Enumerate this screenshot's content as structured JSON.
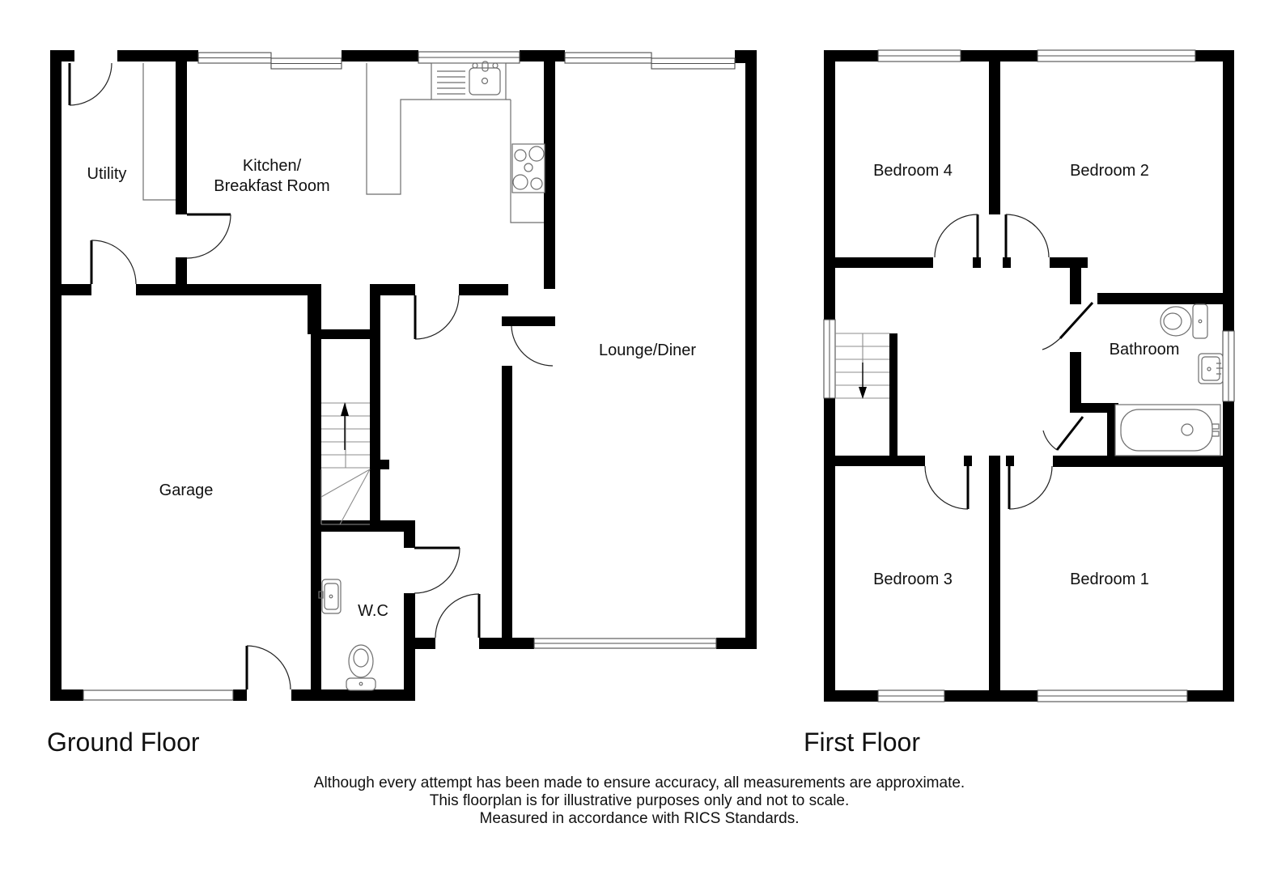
{
  "ground_floor": {
    "title": "Ground Floor",
    "rooms": {
      "utility": "Utility",
      "kitchen_line1": "Kitchen/",
      "kitchen_line2": "Breakfast Room",
      "lounge": "Lounge/Diner",
      "garage": "Garage",
      "wc": "W.C"
    }
  },
  "first_floor": {
    "title": "First Floor",
    "rooms": {
      "bedroom4": "Bedroom 4",
      "bedroom2": "Bedroom 2",
      "bathroom": "Bathroom",
      "bedroom3": "Bedroom 3",
      "bedroom1": "Bedroom 1"
    }
  },
  "disclaimer": {
    "line1": "Although every attempt has been made to ensure accuracy, all measurements are approximate.",
    "line2": "This floorplan is for illustrative purposes only and not to scale.",
    "line3": "Measured in accordance with RICS Standards."
  },
  "colors": {
    "wall": "#000000",
    "window_line": "#4d4d4d",
    "fixture_line": "#6e6e6e",
    "text": "#111111",
    "background": "#ffffff"
  }
}
